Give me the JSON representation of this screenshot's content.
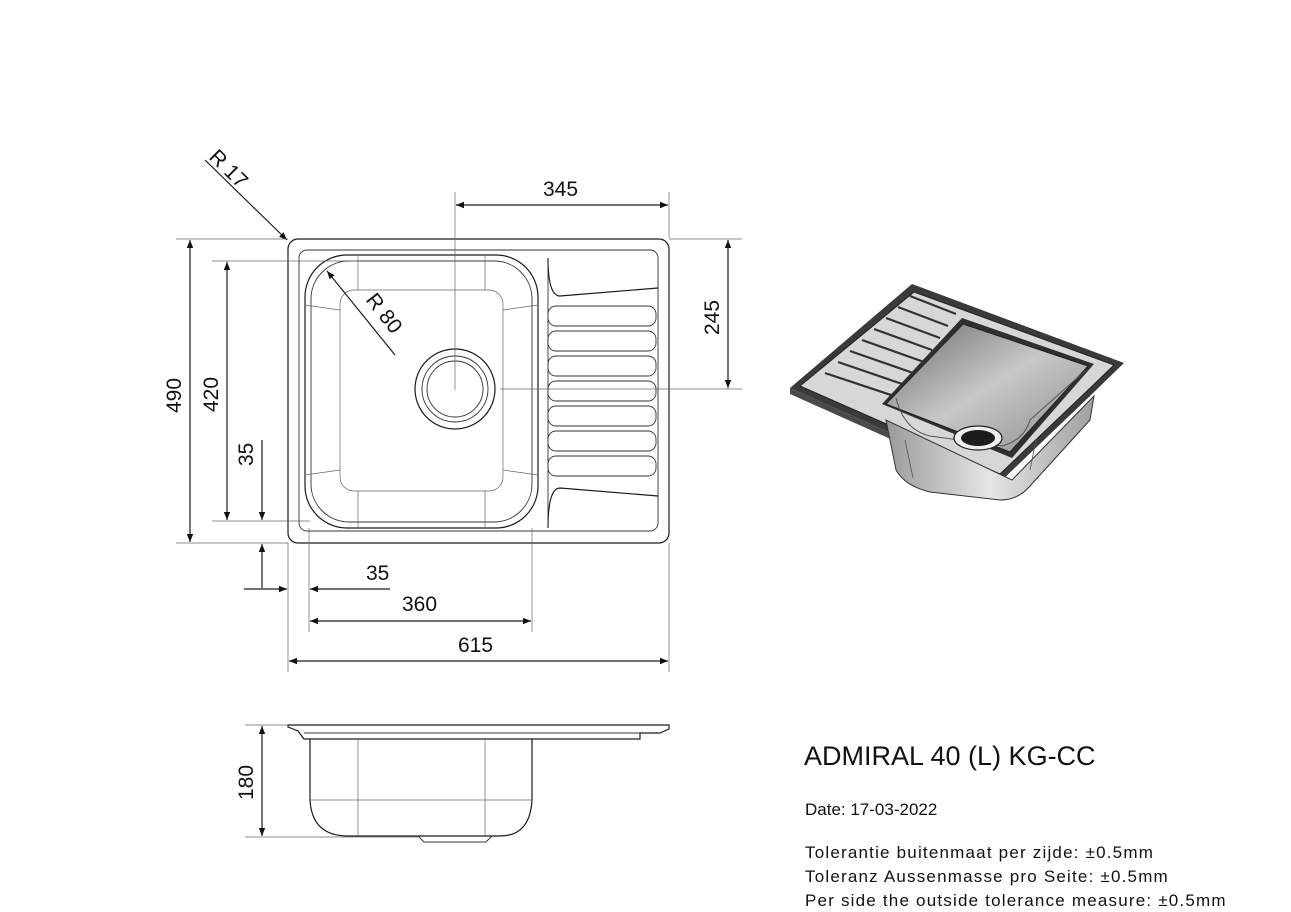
{
  "product": {
    "name": "ADMIRAL 40 (L) KG-CC",
    "date": "Date: 17-03-2022"
  },
  "tolerances": [
    "Tolerantie buitenmaat per zijde: ±0.5mm",
    "Toleranz Aussenmasse pro Seite: ±0.5mm",
    "Per side the outside tolerance measure: ±0.5mm"
  ],
  "dimensions": {
    "corner_radius": "R 17",
    "bowl_radius": "R 80",
    "drain_offset_x": "345",
    "drain_offset_y": "245",
    "total_height": "490",
    "bowl_height": "420",
    "bowl_bottom_margin": "35",
    "bowl_left_margin": "35",
    "bowl_width": "360",
    "total_width": "615",
    "depth": "180"
  }
}
